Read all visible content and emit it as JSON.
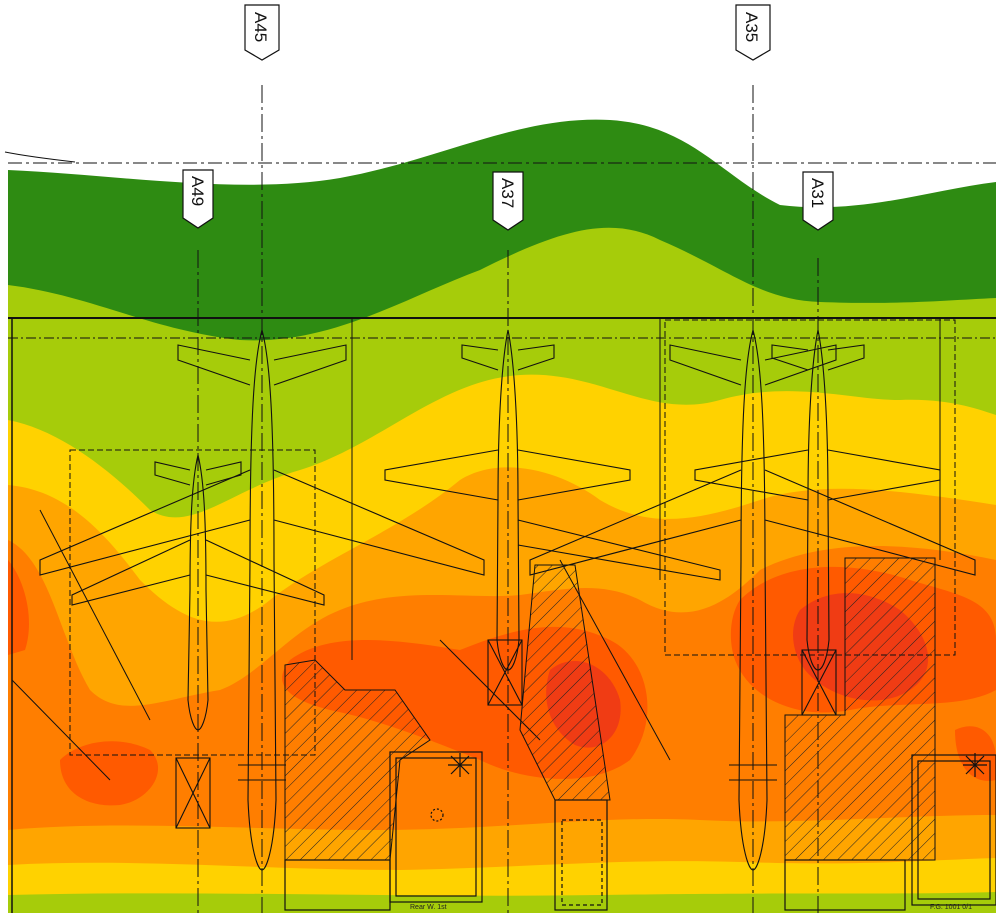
{
  "stands": [
    {
      "id": "A45",
      "label": "A45"
    },
    {
      "id": "A35",
      "label": "A35"
    },
    {
      "id": "A49",
      "label": "A49"
    },
    {
      "id": "A37",
      "label": "A37"
    },
    {
      "id": "A31",
      "label": "A31"
    }
  ],
  "contour_colors": {
    "dark_green": "#2e8b12",
    "light_green": "#a6cc0a",
    "yellow": "#ffd200",
    "light_orange": "#ffa500",
    "orange": "#ff7e00",
    "red_orange": "#ff5a00",
    "red": "#f03c14"
  },
  "footer_labels": [
    "Rear W. 1st",
    "F.G. 1001 0/1"
  ]
}
